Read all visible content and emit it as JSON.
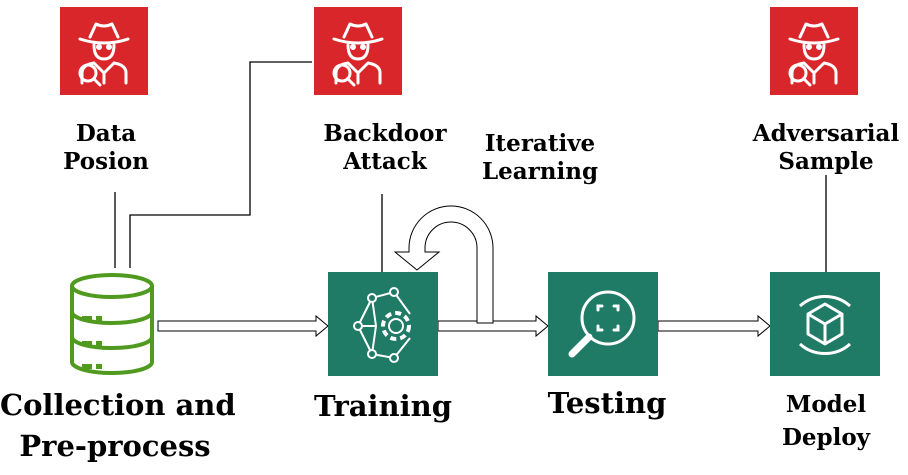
{
  "threats": {
    "data_poison": {
      "icon": "spy-icon",
      "line1": "Data",
      "line2": "Posion"
    },
    "backdoor": {
      "icon": "spy-icon",
      "line1": "Backdoor",
      "line2": "Attack"
    },
    "adversarial": {
      "icon": "spy-icon",
      "line1": "Adversarial",
      "line2": "Sample"
    }
  },
  "loop": {
    "line1": "Iterative",
    "line2": "Learning"
  },
  "stages": {
    "collection": {
      "icon": "database-icon",
      "line1": "Collection and",
      "line2": "Pre-process"
    },
    "training": {
      "icon": "neural-network-gear-icon",
      "label": "Training"
    },
    "testing": {
      "icon": "magnifier-scan-icon",
      "label": "Testing"
    },
    "deploy": {
      "icon": "cube-icon",
      "line1": "Model",
      "line2": "Deploy"
    }
  },
  "colors": {
    "threat": "#d9262a",
    "stage": "#1f7a66",
    "database": "#4f9a1f",
    "line": "#000000"
  }
}
